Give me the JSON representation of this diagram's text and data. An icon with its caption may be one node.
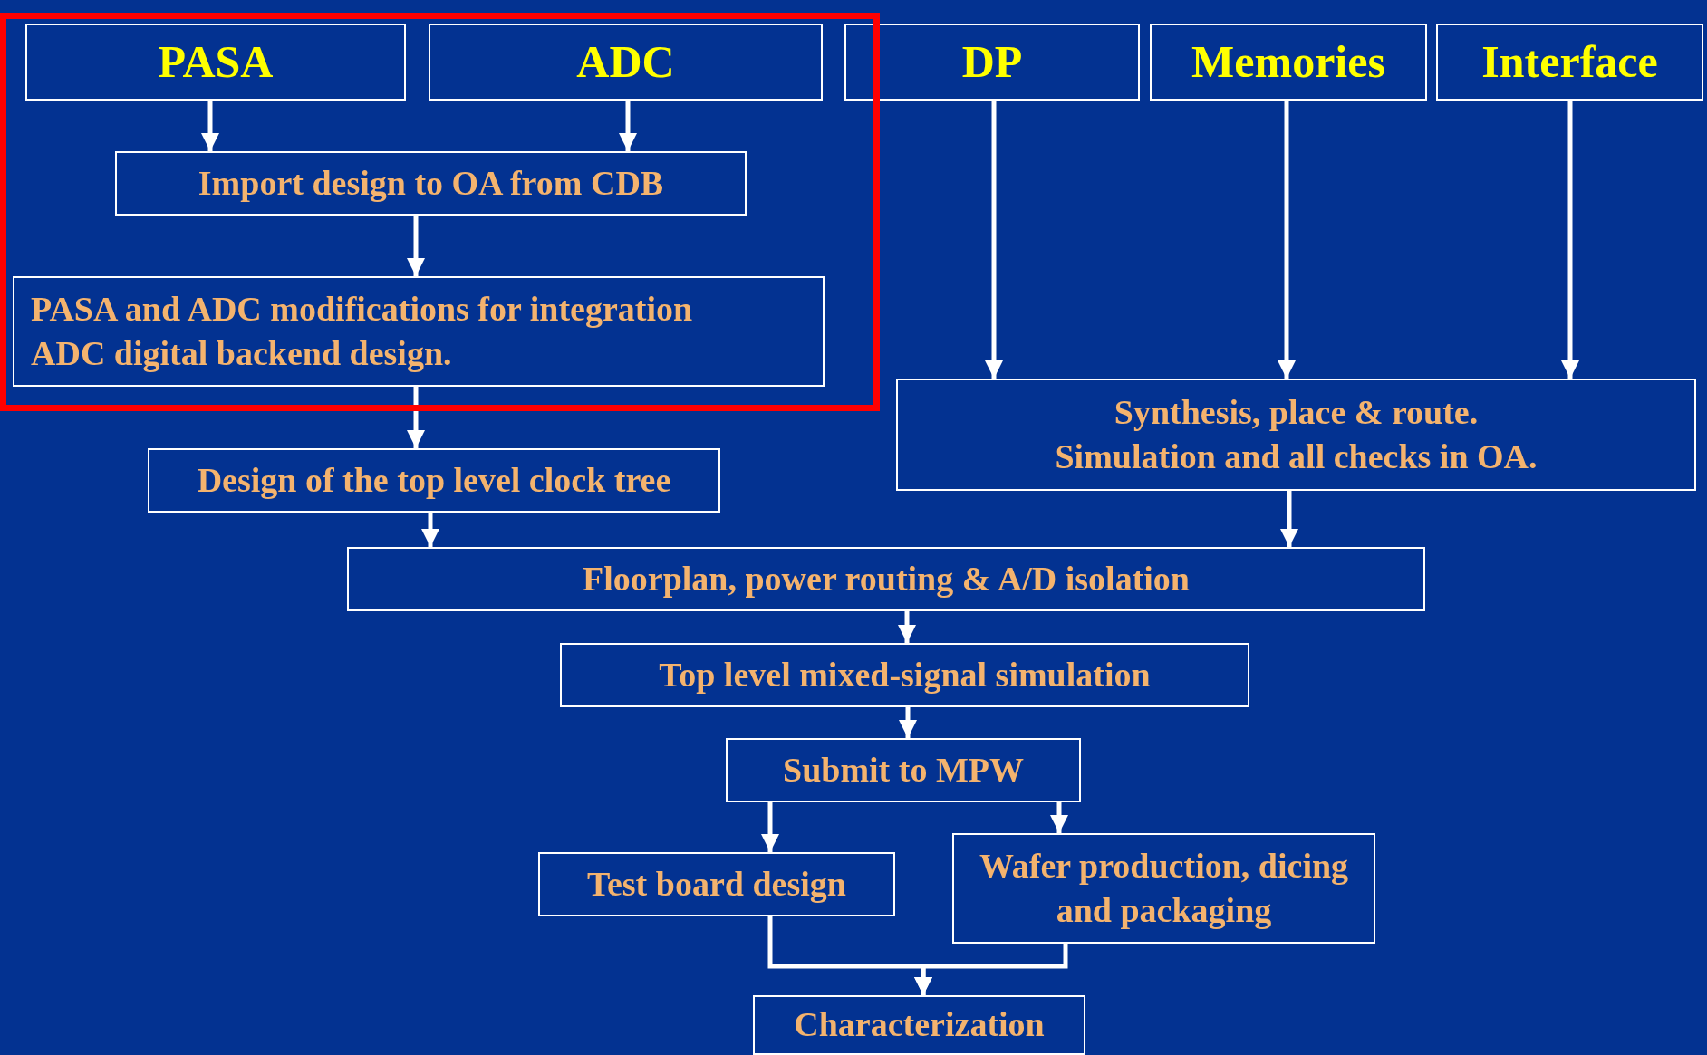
{
  "diagram": {
    "nodes": [
      {
        "text": [
          "PASA"
        ]
      },
      {
        "text": [
          "ADC"
        ]
      },
      {
        "text": [
          "DP"
        ]
      },
      {
        "text": [
          "Memories"
        ]
      },
      {
        "text": [
          "Interface"
        ]
      },
      {
        "text": [
          "Import design to OA from CDB"
        ]
      },
      {
        "text": [
          "PASA and ADC modifications for integration",
          "ADC digital backend design."
        ]
      },
      {
        "text": [
          "Design of the top level clock tree"
        ]
      },
      {
        "text": [
          "Synthesis, place & route.",
          "Simulation and all checks in OA."
        ]
      },
      {
        "text": [
          "Floorplan, power routing & A/D isolation"
        ]
      },
      {
        "text": [
          "Top level mixed-signal simulation"
        ]
      },
      {
        "text": [
          "Submit to MPW"
        ]
      },
      {
        "text": [
          "Test board design"
        ]
      },
      {
        "text": [
          "Wafer production, dicing and packaging"
        ]
      },
      {
        "text": [
          "Characterization"
        ]
      }
    ],
    "edges": [
      {
        "from": 0,
        "to": 5,
        "arrow": "to"
      },
      {
        "from": 1,
        "to": 5,
        "arrow": "to"
      },
      {
        "from": 5,
        "to": 6,
        "arrow": "to"
      },
      {
        "from": 6,
        "to": 7,
        "arrow": "to"
      },
      {
        "from": 2,
        "to": 8,
        "arrow": "to"
      },
      {
        "from": 3,
        "to": 8,
        "arrow": "to"
      },
      {
        "from": 4,
        "to": 8,
        "arrow": "to"
      },
      {
        "from": 7,
        "to": 9,
        "arrow": "to"
      },
      {
        "from": 8,
        "to": 9,
        "arrow": "to"
      },
      {
        "from": 9,
        "to": 10,
        "arrow": "to"
      },
      {
        "from": 10,
        "to": 11,
        "arrow": "to"
      },
      {
        "from": 11,
        "to": 12,
        "arrow": "to"
      },
      {
        "from": 11,
        "to": 13,
        "arrow": "to"
      },
      {
        "from": 12,
        "to": 14,
        "arrow": "to"
      },
      {
        "from": 13,
        "to": 14,
        "arrow": "to"
      }
    ]
  }
}
